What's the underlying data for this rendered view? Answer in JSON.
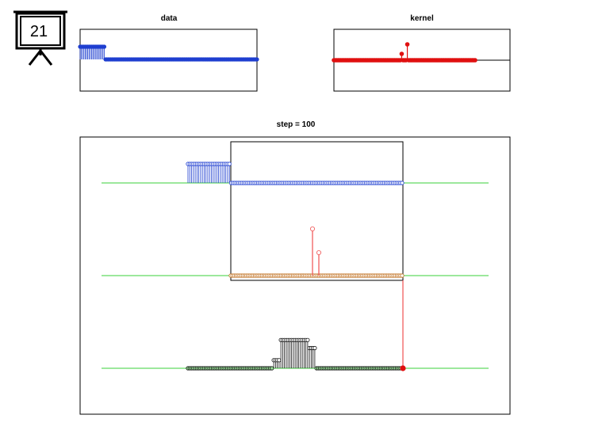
{
  "slide": {
    "number": "21"
  },
  "colors": {
    "data": "#1f3fd0",
    "kernel": "#e01010",
    "kernel_light": "#f05050",
    "output": "#111111",
    "axis_line": "#39d239",
    "frame": "#000000",
    "output_face": "#9adf9a"
  },
  "chart_data": [
    {
      "type": "stem",
      "title": "data",
      "series_color": "data",
      "x": [
        0,
        140
      ],
      "y_range": [
        -1,
        1
      ],
      "values": "1 for the first 20 samples, 0 for the remaining 120 samples"
    },
    {
      "type": "stem",
      "title": "kernel",
      "series_color": "kernel",
      "x": [
        0,
        100
      ],
      "nonzero": [
        {
          "index": 48,
          "value": 0.2
        },
        {
          "index": 52,
          "value": 0.5
        }
      ]
    },
    {
      "type": "stem",
      "title": "step = 100",
      "panels": [
        "data",
        "kernel",
        "output"
      ],
      "step": 100,
      "output_profile": [
        {
          "from": 0,
          "to": 47,
          "value": 0
        },
        {
          "from": 48,
          "to": 51,
          "value": 0.2
        },
        {
          "from": 52,
          "to": 67,
          "value": 0.7
        },
        {
          "from": 68,
          "to": 71,
          "value": 0.5
        },
        {
          "from": 72,
          "to": 119,
          "value": 0
        }
      ]
    }
  ]
}
